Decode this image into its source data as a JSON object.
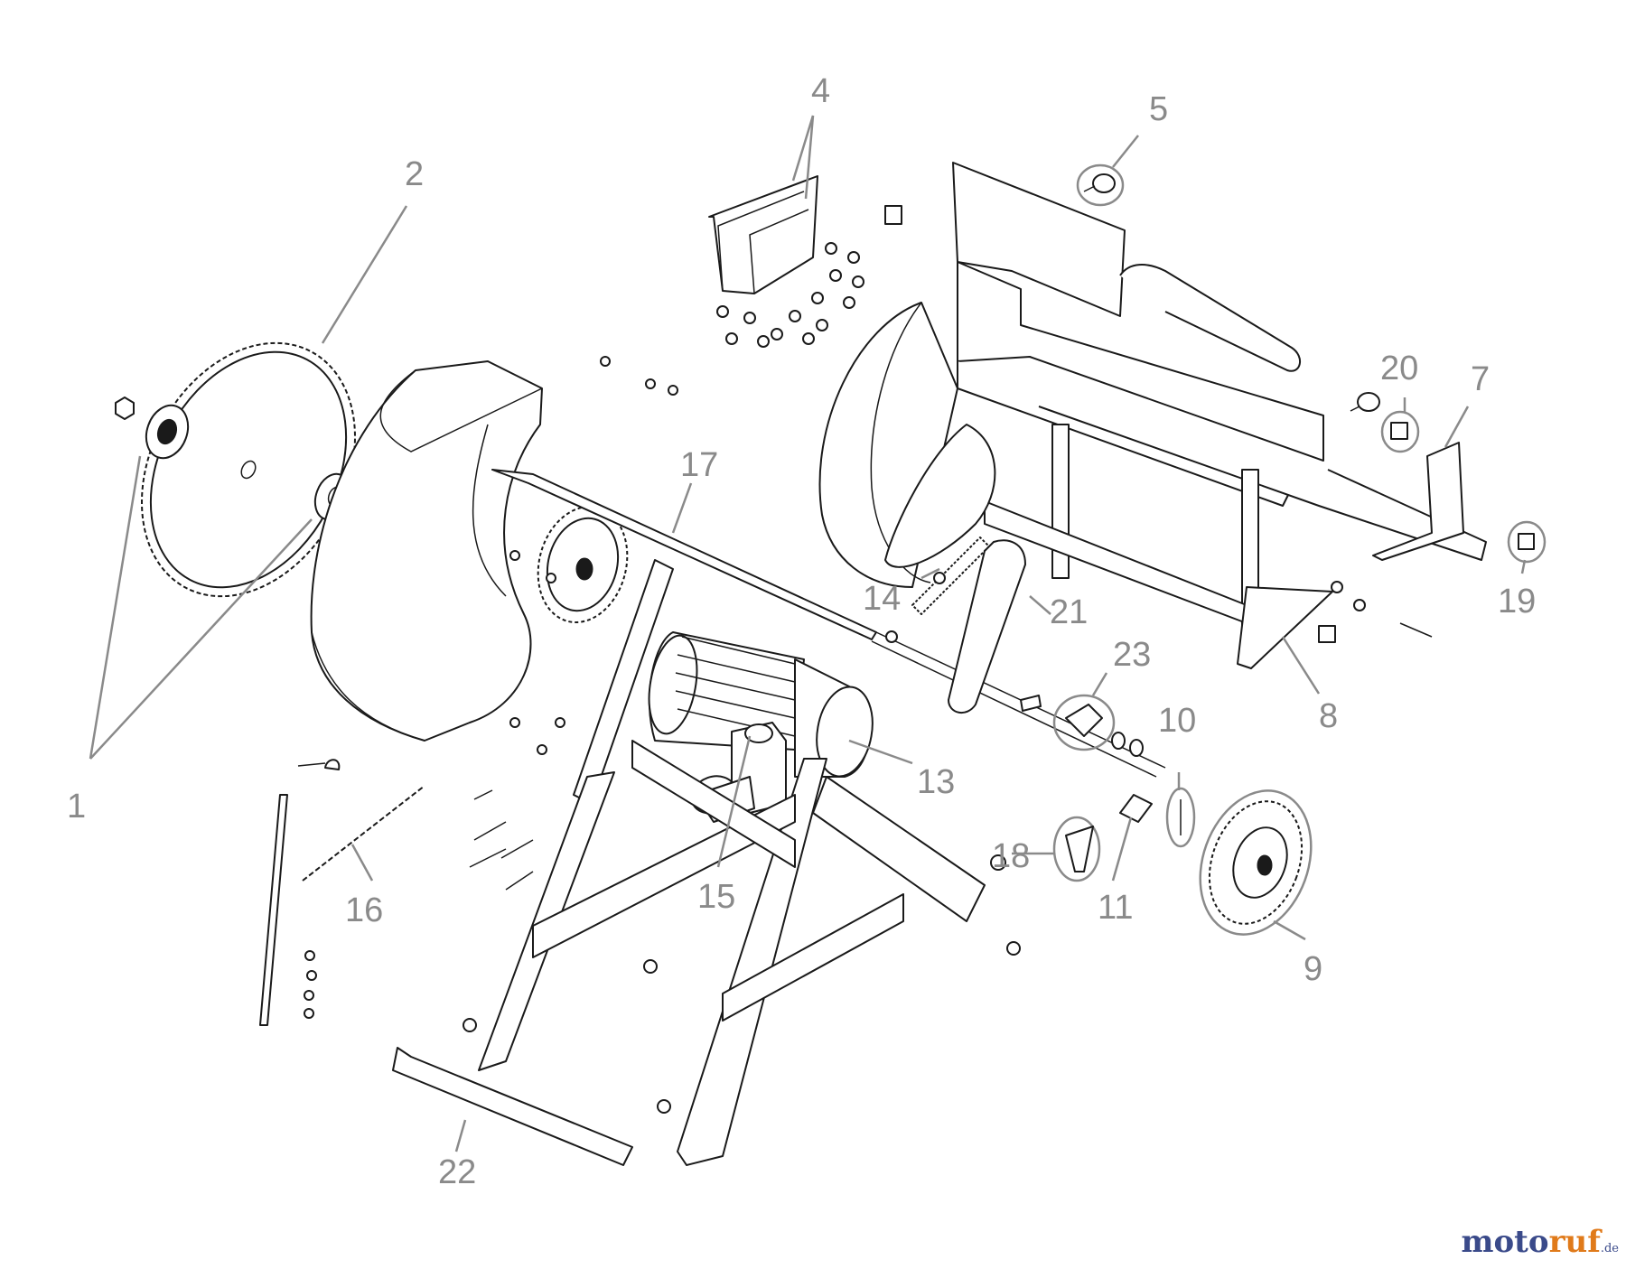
{
  "callouts": {
    "n1": "1",
    "n2": "2",
    "n4": "4",
    "n5": "5",
    "n7": "7",
    "n8": "8",
    "n9": "9",
    "n10": "10",
    "n11": "11",
    "n13": "13",
    "n14": "14",
    "n15": "15",
    "n16": "16",
    "n17": "17",
    "n18": "18",
    "n19": "19",
    "n20": "20",
    "n21": "21",
    "n22": "22",
    "n23": "23"
  },
  "watermark": {
    "part1": "moto",
    "part2": "ruf",
    "tld": ".de"
  }
}
